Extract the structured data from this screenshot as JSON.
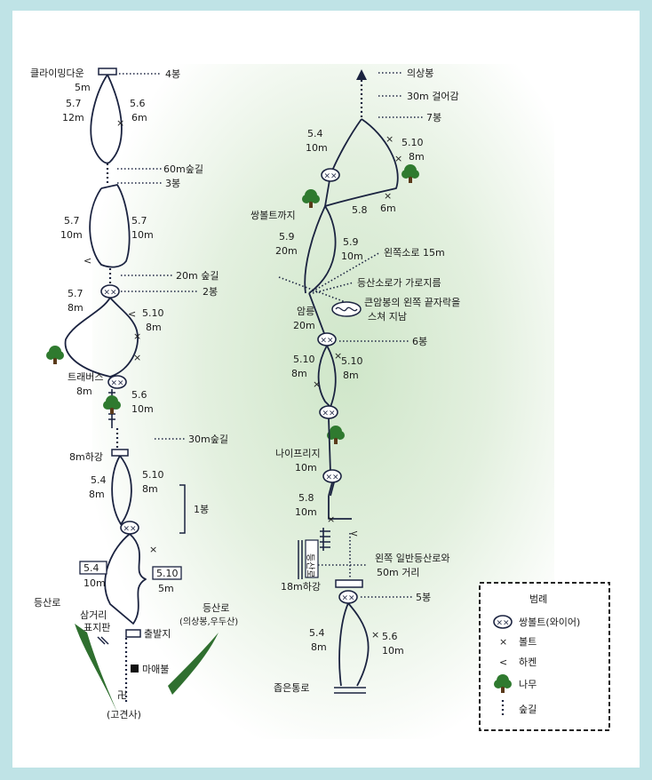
{
  "colors": {
    "frame": "#bfe3e6",
    "ink": "#1b2340",
    "tree": "#2f7a2f",
    "glow": "#d7ead2"
  },
  "left": {
    "top_label": "클라이밍다운",
    "p4": "4봉",
    "r1": {
      "l_grade": "5.7",
      "l_len": "12m",
      "r_grade": "5.6",
      "r_len": "6m",
      "top_len": "5m"
    },
    "walk60": "60m숲길",
    "p3": "3봉",
    "r2": {
      "l_grade": "5.7",
      "l_len": "10m",
      "r_grade": "5.7",
      "r_len": "10m"
    },
    "walk20": "20m 숲길",
    "p2": "2봉",
    "r3": {
      "l_grade": "5.7",
      "l_len": "8m",
      "r_grade": "5.10",
      "r_len": "8m"
    },
    "traverse": "트래버스",
    "traverse_len": "8m",
    "r4": {
      "grade": "5.6",
      "len": "10m"
    },
    "walk30": "30m숲길",
    "rappel8": "8m하강",
    "r5": {
      "l_grade": "5.4",
      "l_len": "8m",
      "r_grade": "5.10",
      "r_len": "8m"
    },
    "p1": "1봉",
    "r6": {
      "l_grade": "5.4",
      "l_len": "10m",
      "r_grade": "5.10",
      "r_len": "5m"
    },
    "trail": "등산로",
    "signpost1": "삼거리",
    "signpost2": "표지판",
    "start": "출발지",
    "trail2_1": "등산로",
    "trail2_2": "(의상봉,우두산)",
    "mae": "마애불",
    "temple_symbol": "卍",
    "temple": "(고견사)"
  },
  "right": {
    "to_uisang": "의상봉",
    "walk30": "30m 걸어감",
    "p7": "7봉",
    "r1": {
      "l_grade": "5.4",
      "l_len": "10m",
      "r_grade": "5.10",
      "r_len": "8m",
      "b_grade": "5.8",
      "b_len": "6m"
    },
    "twin_bolt_to": "쌍볼트까지",
    "r2": {
      "l_grade": "5.9",
      "l_len": "20m",
      "r_grade": "5.9",
      "r_len": "10m"
    },
    "left_saddle": "왼쪽소로 15m",
    "crossing": "등산소로가 가로지름",
    "rock_note1": "큰암봉의 왼쪽 끝자락을",
    "rock_note2": "스쳐 지남",
    "ridge": "암릉",
    "ridge_len": "20m",
    "p6": "6봉",
    "r3": {
      "l_grade": "5.10",
      "l_len": "8m",
      "r_grade": "5.10",
      "r_len": "8m"
    },
    "knife": "나이프리지",
    "knife_len": "10m",
    "r4": {
      "grade": "5.8",
      "len": "10m"
    },
    "sign_trail": "등산로",
    "left_main1": "왼쪽 일반등산로와",
    "left_main2": "50m 거리",
    "rappel18": "18m하강",
    "p5": "5봉",
    "r5": {
      "l_grade": "5.4",
      "l_len": "8m",
      "r_grade": "5.6",
      "r_len": "10m"
    },
    "narrow": "좁은통로"
  },
  "legend": {
    "title": "범례",
    "items": [
      {
        "icon": "twin-bolt-icon",
        "label": "쌍볼트(와이어)"
      },
      {
        "icon": "bolt-icon",
        "label": "볼트"
      },
      {
        "icon": "piton-icon",
        "label": "하켄"
      },
      {
        "icon": "tree-icon",
        "label": "나무"
      },
      {
        "icon": "forest-path-icon",
        "label": "숲길"
      }
    ]
  }
}
